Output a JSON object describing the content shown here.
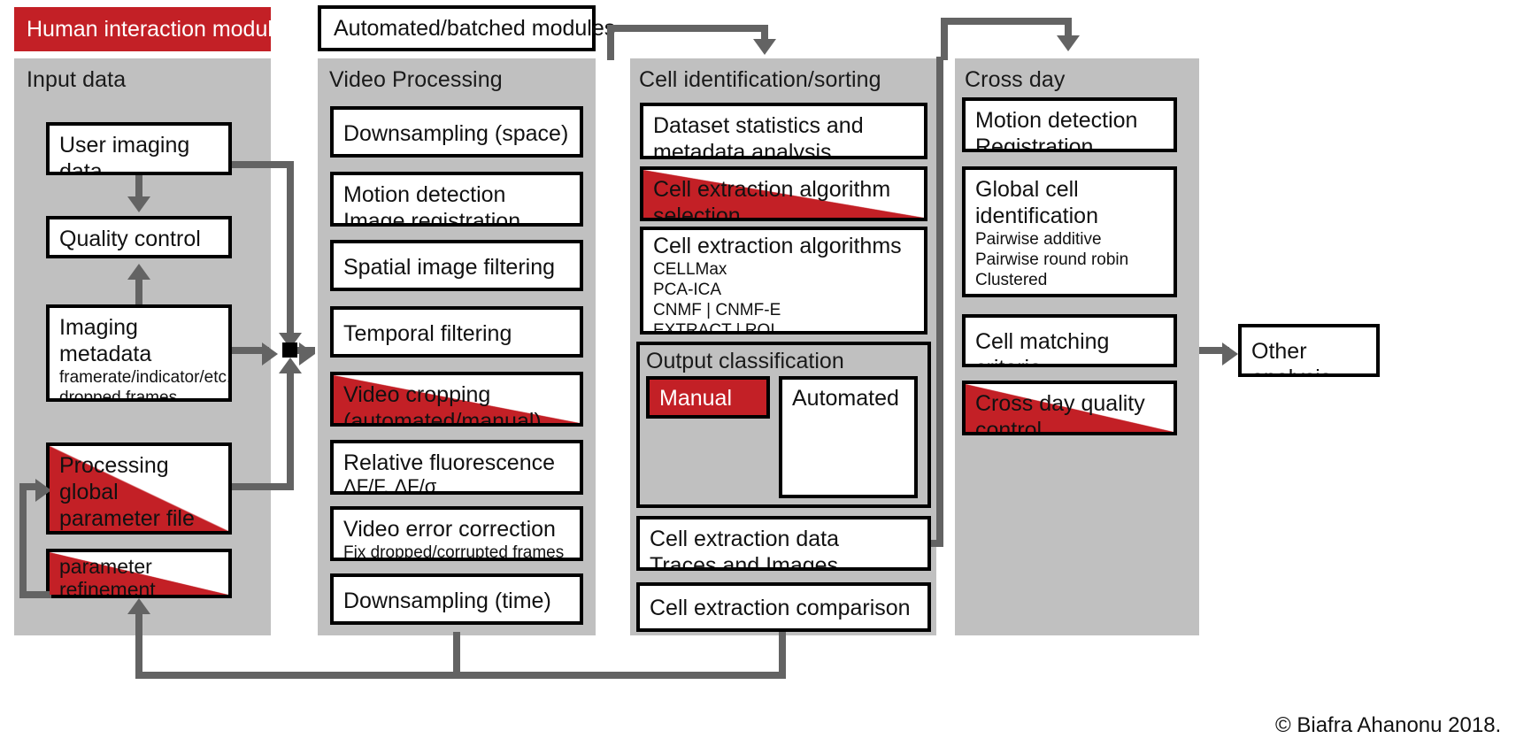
{
  "colors": {
    "red": "#c32026",
    "panel_gray": "#c0c0c0",
    "line_gray": "#636363",
    "border": "#000000"
  },
  "legend": {
    "human": "Human interaction modules",
    "automated": "Automated/batched modules"
  },
  "columns": {
    "input": {
      "title": "Input data",
      "nodes": {
        "user_imaging": {
          "title": "User imaging data\n(xyt or xyzt)"
        },
        "quality_control": {
          "title": "Quality control"
        },
        "imaging_metadata": {
          "title": "Imaging metadata",
          "sub": "framerate/indicator/etc.\ndropped frames"
        },
        "global_param": {
          "title": "Processing global\nparameter file"
        },
        "param_refinement": {
          "title": "parameter\nrefinement"
        }
      }
    },
    "video": {
      "title": "Video Processing",
      "nodes": {
        "downsample_space": {
          "title": "Downsampling  (space)"
        },
        "motion": {
          "title": "Motion detection\nImage registration"
        },
        "spatial_filter": {
          "title": "Spatial image  filtering"
        },
        "temporal_filter": {
          "title": "Temporal filtering"
        },
        "video_cropping": {
          "title": "Video cropping\n(automated/manual)"
        },
        "relative_fluor": {
          "title": "Relative fluorescence",
          "sub": "ΔF/F, ΔF/σ"
        },
        "error_correction": {
          "title": "Video error correction",
          "sub": "Fix dropped/corrupted frames"
        },
        "downsample_time": {
          "title": "Downsampling  (time)"
        }
      }
    },
    "cellid": {
      "title": "Cell identification/sorting",
      "nodes": {
        "dataset_stats": {
          "title": "Dataset statistics and\nmetadata analysis"
        },
        "algo_selection": {
          "title": "Cell extraction algorithm\nselection"
        },
        "algorithms": {
          "title": "Cell extraction algorithms",
          "sub": "CELLMax\nPCA-ICA\nCNMF | CNMF-E\nEXTRACT | ROI"
        },
        "output_classification": {
          "title": "Output classification",
          "manual": "Manual",
          "automated": "Automated"
        },
        "extraction_data": {
          "title": "Cell extraction data\nTraces and Images"
        },
        "extraction_comparison": {
          "title": "Cell extraction comparison"
        }
      }
    },
    "crossday": {
      "title": "Cross day",
      "nodes": {
        "motion_reg": {
          "title": "Motion detection\nRegistration"
        },
        "global_cell_id": {
          "title": "Global cell\nidentification",
          "sub": "Pairwise additive\nPairwise round robin\nClustered\netc."
        },
        "matching_criteria": {
          "title": "Cell matching criteria"
        },
        "quality_control": {
          "title": "Cross day quality\ncontrol"
        }
      }
    }
  },
  "other_analysis": {
    "title": "Other analysis"
  },
  "copyright": "© Biafra Ahanonu 2018."
}
